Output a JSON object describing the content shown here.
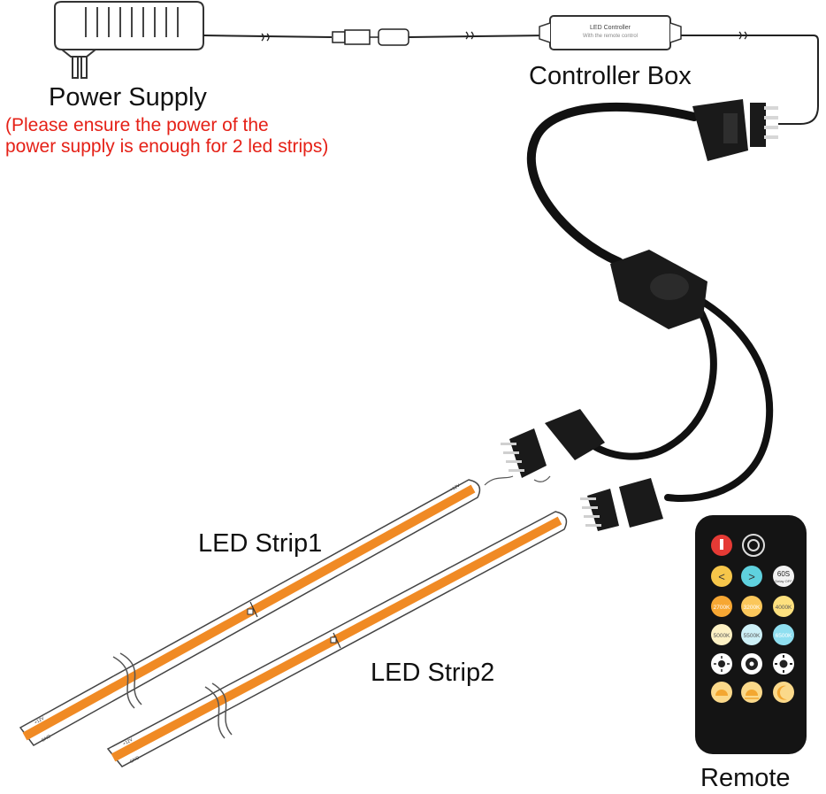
{
  "labels": {
    "power_supply": "Power Supply",
    "power_note_line1": "(Please ensure the power of the",
    "power_note_line2": "power supply is enough for 2 led strips)",
    "controller_box": "Controller Box",
    "led_strip1": "LED Strip1",
    "led_strip2": "LED Strip2",
    "remote": "Remote"
  },
  "controller": {
    "title": "LED Controller",
    "subtitle": "With the remote control"
  },
  "strip_markings": {
    "plus": "+12V",
    "minus": "GND"
  },
  "remote_buttons": {
    "row1": [
      "power",
      "circle"
    ],
    "row2": [
      "<",
      ">",
      "60S"
    ],
    "row2_sub": "Delay OFF",
    "row3": [
      "2700K",
      "3200K",
      "4000K"
    ],
    "row4": [
      "5000K",
      "5500K",
      "6500K"
    ],
    "row5": [
      "brightness-down",
      "brightness-cycle",
      "brightness-up"
    ],
    "row6": [
      "sunrise",
      "sunset",
      "night"
    ]
  },
  "colors": {
    "warning_text": "#e52117",
    "strip_orange": "#f08a24",
    "remote_body": "#141414",
    "power_button": "#e53a35",
    "arrow_left": "#f6c64a",
    "arrow_right": "#5fd1de",
    "k2700": "#f7a733",
    "k3200": "#fbc75b",
    "k4000": "#fde07e",
    "k5000": "#fdf1c4",
    "k5500": "#cdf0f7",
    "k6500": "#8fdff0",
    "warm_icon": "#fbd98a"
  }
}
